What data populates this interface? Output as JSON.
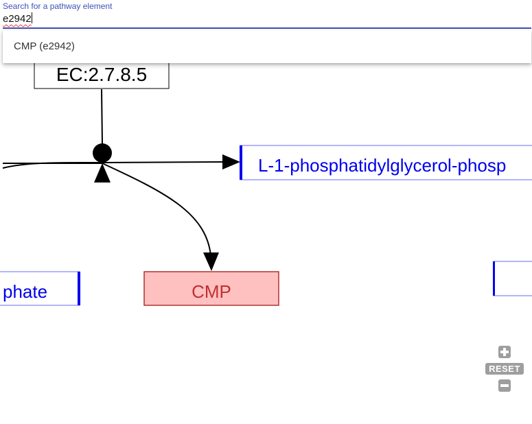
{
  "search": {
    "label": "Search for a pathway element",
    "value": "e2942"
  },
  "suggestions": [
    {
      "label": "CMP (e2942)"
    }
  ],
  "pathway": {
    "enzyme_label": "EC:2.7.8.5",
    "product_label": "L-1-phosphatidylglycerol-phosp",
    "left_metabolite_label": "phate",
    "highlighted_metabolite_label": "CMP",
    "colors": {
      "metabolite_text": "#0000ee",
      "metabolite_border": "#0000ee",
      "highlight_fill": "#ffc0c0",
      "highlight_border": "#b03030",
      "highlight_text": "#c03030",
      "enzyme_border": "#000000",
      "edge": "#000000"
    }
  },
  "zoom": {
    "reset_label": "RESET"
  }
}
